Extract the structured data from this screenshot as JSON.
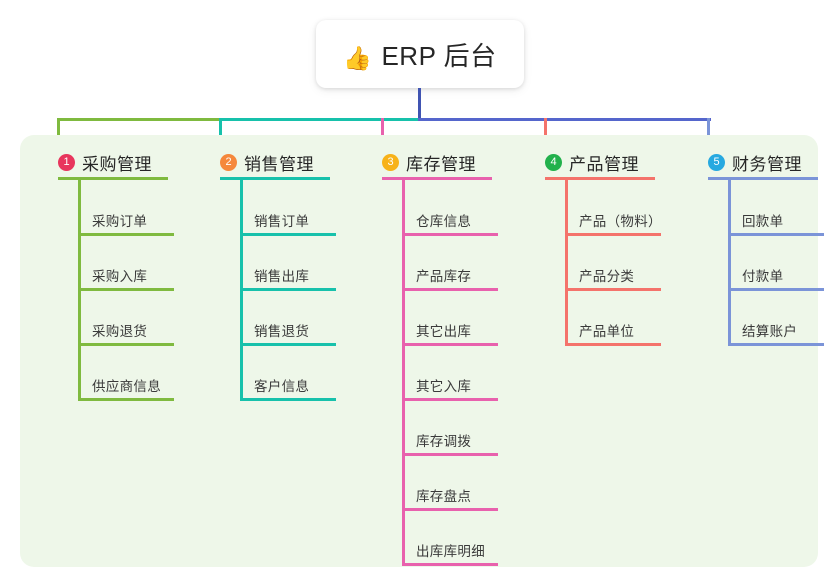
{
  "root": {
    "emoji": "👍",
    "emoji_name": "thumbs-up-icon",
    "title": "ERP 后台"
  },
  "palette": {
    "panel_background": "#eef7e9",
    "page_background": "#ffffff",
    "root_stem": "#4054b2",
    "connector_left": "#7fba3f",
    "connector_mid": "#17c1ab",
    "connector_right": "#5566cc",
    "text_dark": "#262626",
    "text_leaf": "#3a3a3a"
  },
  "columns": [
    {
      "index": "1",
      "badge_color": "#e8365d",
      "line_color": "#7fba3f",
      "title": "采购管理",
      "items": [
        "采购订单",
        "采购入库",
        "采购退货",
        "供应商信息"
      ]
    },
    {
      "index": "2",
      "badge_color": "#f5883c",
      "line_color": "#17c1ab",
      "title": "销售管理",
      "items": [
        "销售订单",
        "销售出库",
        "销售退货",
        "客户信息"
      ]
    },
    {
      "index": "3",
      "badge_color": "#f7b219",
      "line_color": "#e861ad",
      "title": "库存管理",
      "items": [
        "仓库信息",
        "产品库存",
        "其它出库",
        "其它入库",
        "库存调拨",
        "库存盘点",
        "出库库明细"
      ]
    },
    {
      "index": "4",
      "badge_color": "#22b14c",
      "line_color": "#f4736b",
      "title": "产品管理",
      "items": [
        "产品（物料）",
        "产品分类",
        "产品单位"
      ]
    },
    {
      "index": "5",
      "badge_color": "#27a9e0",
      "line_color": "#7b94d8",
      "title": "财务管理",
      "items": [
        "回款单",
        "付款单",
        "结算账户"
      ]
    }
  ]
}
